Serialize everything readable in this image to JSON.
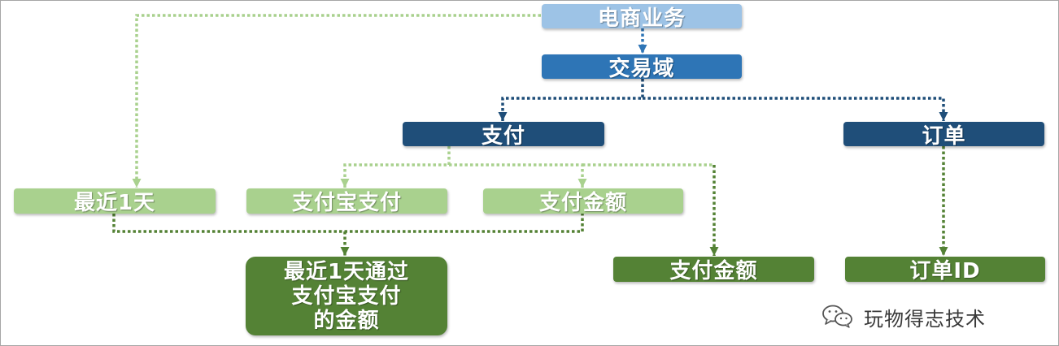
{
  "diagram": {
    "nodes": {
      "ecommerce_business": {
        "label": "电商业务",
        "color": "#9dc3e6"
      },
      "trade_domain": {
        "label": "交易域",
        "color": "#2e75b6"
      },
      "payment": {
        "label": "支付",
        "color": "#1f4e79"
      },
      "order": {
        "label": "订单",
        "color": "#1f4e79"
      },
      "last_1_day": {
        "label": "最近1天",
        "color": "#a9d18e"
      },
      "alipay_payment": {
        "label": "支付宝支付",
        "color": "#a9d18e"
      },
      "payment_amount_modifier": {
        "label": "支付金额",
        "color": "#a9d18e"
      },
      "derived_metric": {
        "lines": [
          "最近1天通过",
          "支付宝支付",
          "的金额"
        ],
        "color": "#548235"
      },
      "payment_amount": {
        "label": "支付金额",
        "color": "#548235"
      },
      "order_id": {
        "label": "订单ID",
        "color": "#548235"
      }
    },
    "connector_colors": {
      "light_green": "#a9d18e",
      "blue": "#2e75b6",
      "dark_blue": "#1f4e79",
      "dark_green": "#548235"
    }
  },
  "watermark": {
    "icon": "wechat-icon",
    "text": "玩物得志技术"
  }
}
